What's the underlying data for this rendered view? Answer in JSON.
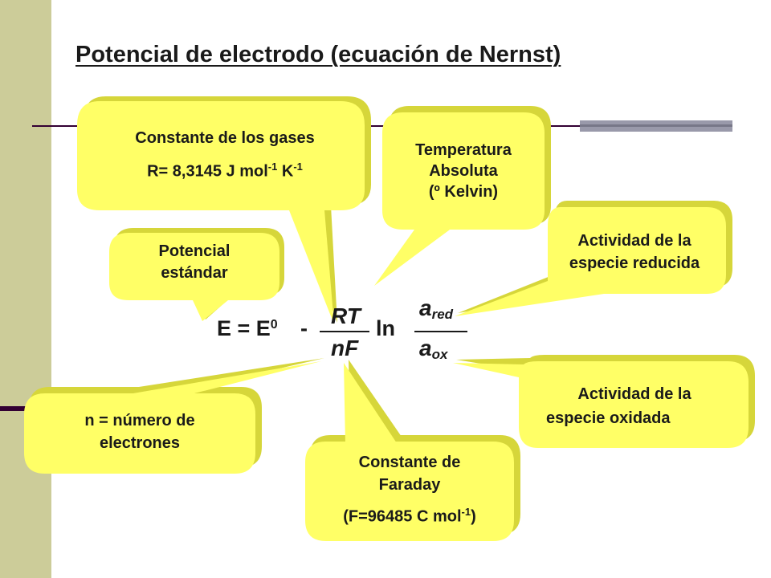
{
  "title": "Potencial de electrodo (ecuación de Nernst)",
  "colors": {
    "callout_fill": "#ffff66",
    "callout_shadow": "#d6d63a",
    "sidebar": "#cccc99",
    "rule": "#330033"
  },
  "equation": {
    "lhs": "E = E",
    "e0_sup": "0",
    "minus": "-",
    "num": "RT",
    "den": "nF",
    "ln": "ln",
    "a_num": "a",
    "a_num_sub": "red",
    "a_den": "a",
    "a_den_sub": "ox"
  },
  "callouts": {
    "gases": {
      "line1": "Constante de los gases",
      "line2_prefix": "R= 8,3145 J mol",
      "sup1": "-1",
      "k": " K",
      "sup2": "-1"
    },
    "temperature": {
      "line1": "Temperatura",
      "line2": "Absoluta",
      "line3": "(º Kelvin)"
    },
    "standard": {
      "line1": "Potencial",
      "line2": "estándar"
    },
    "reduced": {
      "line1": "Actividad de la",
      "line2": "especie reducida"
    },
    "oxidized": {
      "line1": "Actividad de la",
      "line2": "especie oxidada"
    },
    "electrons": {
      "line1": "n = número de",
      "line2": "electrones"
    },
    "faraday": {
      "line1": "Constante de",
      "line2": "Faraday",
      "line3_prefix": "(F=96485 C mol",
      "sup": "-1",
      "line3_suffix": ")"
    }
  }
}
